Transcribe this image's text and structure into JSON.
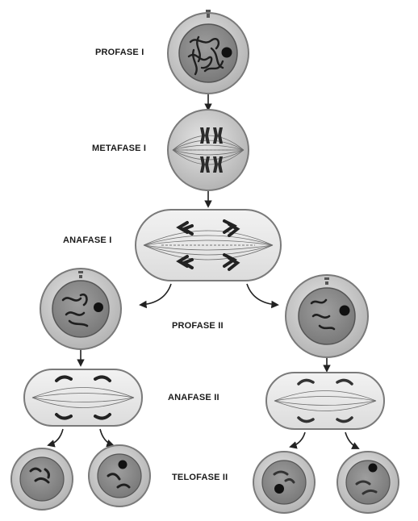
{
  "labels": {
    "prophase1": "PROFASE I",
    "metaphase1": "METAFASE I",
    "anaphase1": "ANAFASE I",
    "prophase2": "PROFASE II",
    "anaphase2": "ANAFASE II",
    "telophase2": "TELOFASE II"
  },
  "colors": {
    "cell_outer": "#c9c9c9",
    "cell_inner": "#8f8f8f",
    "chromosome": "#2a2a2a",
    "spindle": "#e9e9e9",
    "arrow": "#222222"
  }
}
